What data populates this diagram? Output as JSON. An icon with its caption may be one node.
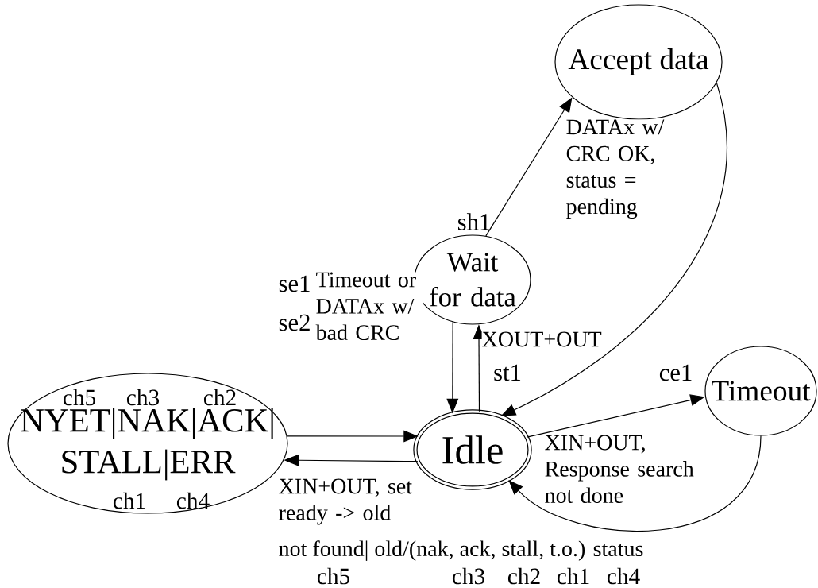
{
  "diagram": {
    "nodes": [
      {
        "text": [
          "Accept data"
        ]
      },
      {
        "text": [
          "Wait for data"
        ]
      },
      {
        "text": [
          "ch5",
          "ch3",
          "ch2",
          "NYET|NAK|ACK| STALL|ERR",
          "ch1",
          "ch4"
        ]
      },
      {
        "text": [
          "Idle"
        ]
      },
      {
        "text": [
          "Timeout"
        ]
      }
    ],
    "edges": [
      {
        "from": 1,
        "to": 0,
        "arrow": "to",
        "label": "DATAx w/ CRC OK, status = pending"
      },
      {
        "from": 0,
        "to": 3,
        "arrow": "to"
      },
      {
        "from": 1,
        "to": 3,
        "arrow": "to",
        "label": "Timeout or DATAx w/ bad CRC"
      },
      {
        "from": 3,
        "to": 1,
        "arrow": "to",
        "label": "XOUT+OUT"
      },
      {
        "from": 3,
        "to": 4,
        "arrow": "to",
        "label": "XIN+OUT, Response search not done"
      },
      {
        "from": 4,
        "to": 3,
        "arrow": "to"
      },
      {
        "from": 2,
        "to": 3,
        "arrow": "to"
      },
      {
        "from": 3,
        "to": 2,
        "arrow": "to",
        "label": "XIN+OUT, set ready -> old"
      }
    ],
    "labels": [
      "sh1",
      "se1",
      "se2",
      "st1",
      "ce1",
      "not found| old/(nak, ack, stall, t.o.) status",
      "ch5",
      "ch3",
      "ch2",
      "ch1",
      "ch4"
    ]
  }
}
